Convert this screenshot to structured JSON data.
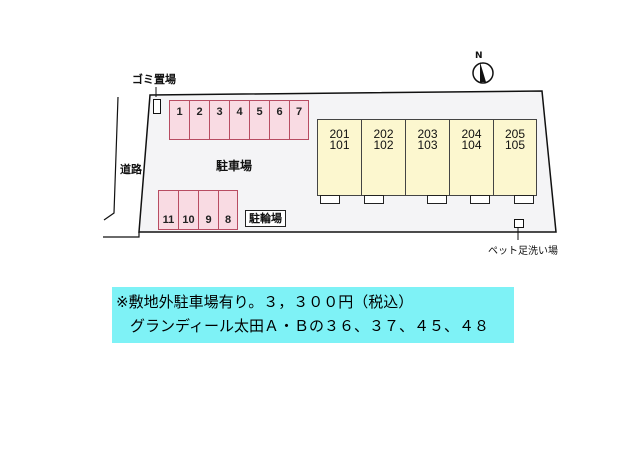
{
  "map": {
    "north_label": "N",
    "labels": {
      "trash": "ゴミ置場",
      "road": "道路",
      "parking": "駐車場",
      "bike_parking": "駐輪場",
      "pet_wash": "ペット足洗い場"
    },
    "parking_top": [
      "1",
      "2",
      "3",
      "4",
      "5",
      "6",
      "7"
    ],
    "parking_bottom": [
      "11",
      "10",
      "9",
      "8"
    ],
    "units": [
      {
        "upper": "201",
        "lower": "101"
      },
      {
        "upper": "202",
        "lower": "102"
      },
      {
        "upper": "203",
        "lower": "103"
      },
      {
        "upper": "204",
        "lower": "104"
      },
      {
        "upper": "205",
        "lower": "105"
      }
    ],
    "colors": {
      "parking_fill": "#f9dbe3",
      "parking_border": "#b84c62",
      "unit_fill": "#fcf7cf",
      "site_fill": "#f4f4f6",
      "note_bg": "#7ef2f6"
    }
  },
  "note": {
    "line1": "※敷地外駐車場有り。３，３００円（税込）",
    "line2": "グランディール太田Ａ・Ｂの３６、３７、４５、４８"
  }
}
